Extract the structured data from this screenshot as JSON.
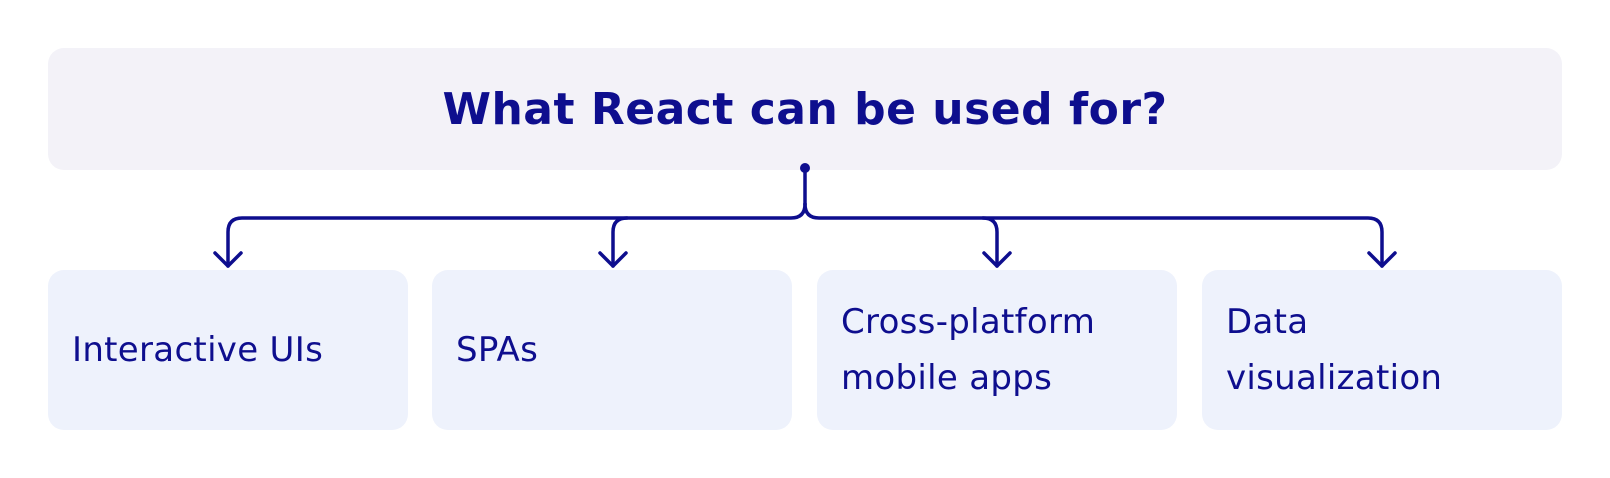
{
  "diagram": {
    "title": "What React can be used for?",
    "items": [
      {
        "label": "Interactive UIs"
      },
      {
        "label": "SPAs"
      },
      {
        "label": "Cross-platform mobile apps"
      },
      {
        "label": "Data visualization"
      }
    ]
  },
  "colors": {
    "accent": "#0e0e8e",
    "title_background": "#f3f2f8",
    "card_background": "#eef2fc"
  }
}
